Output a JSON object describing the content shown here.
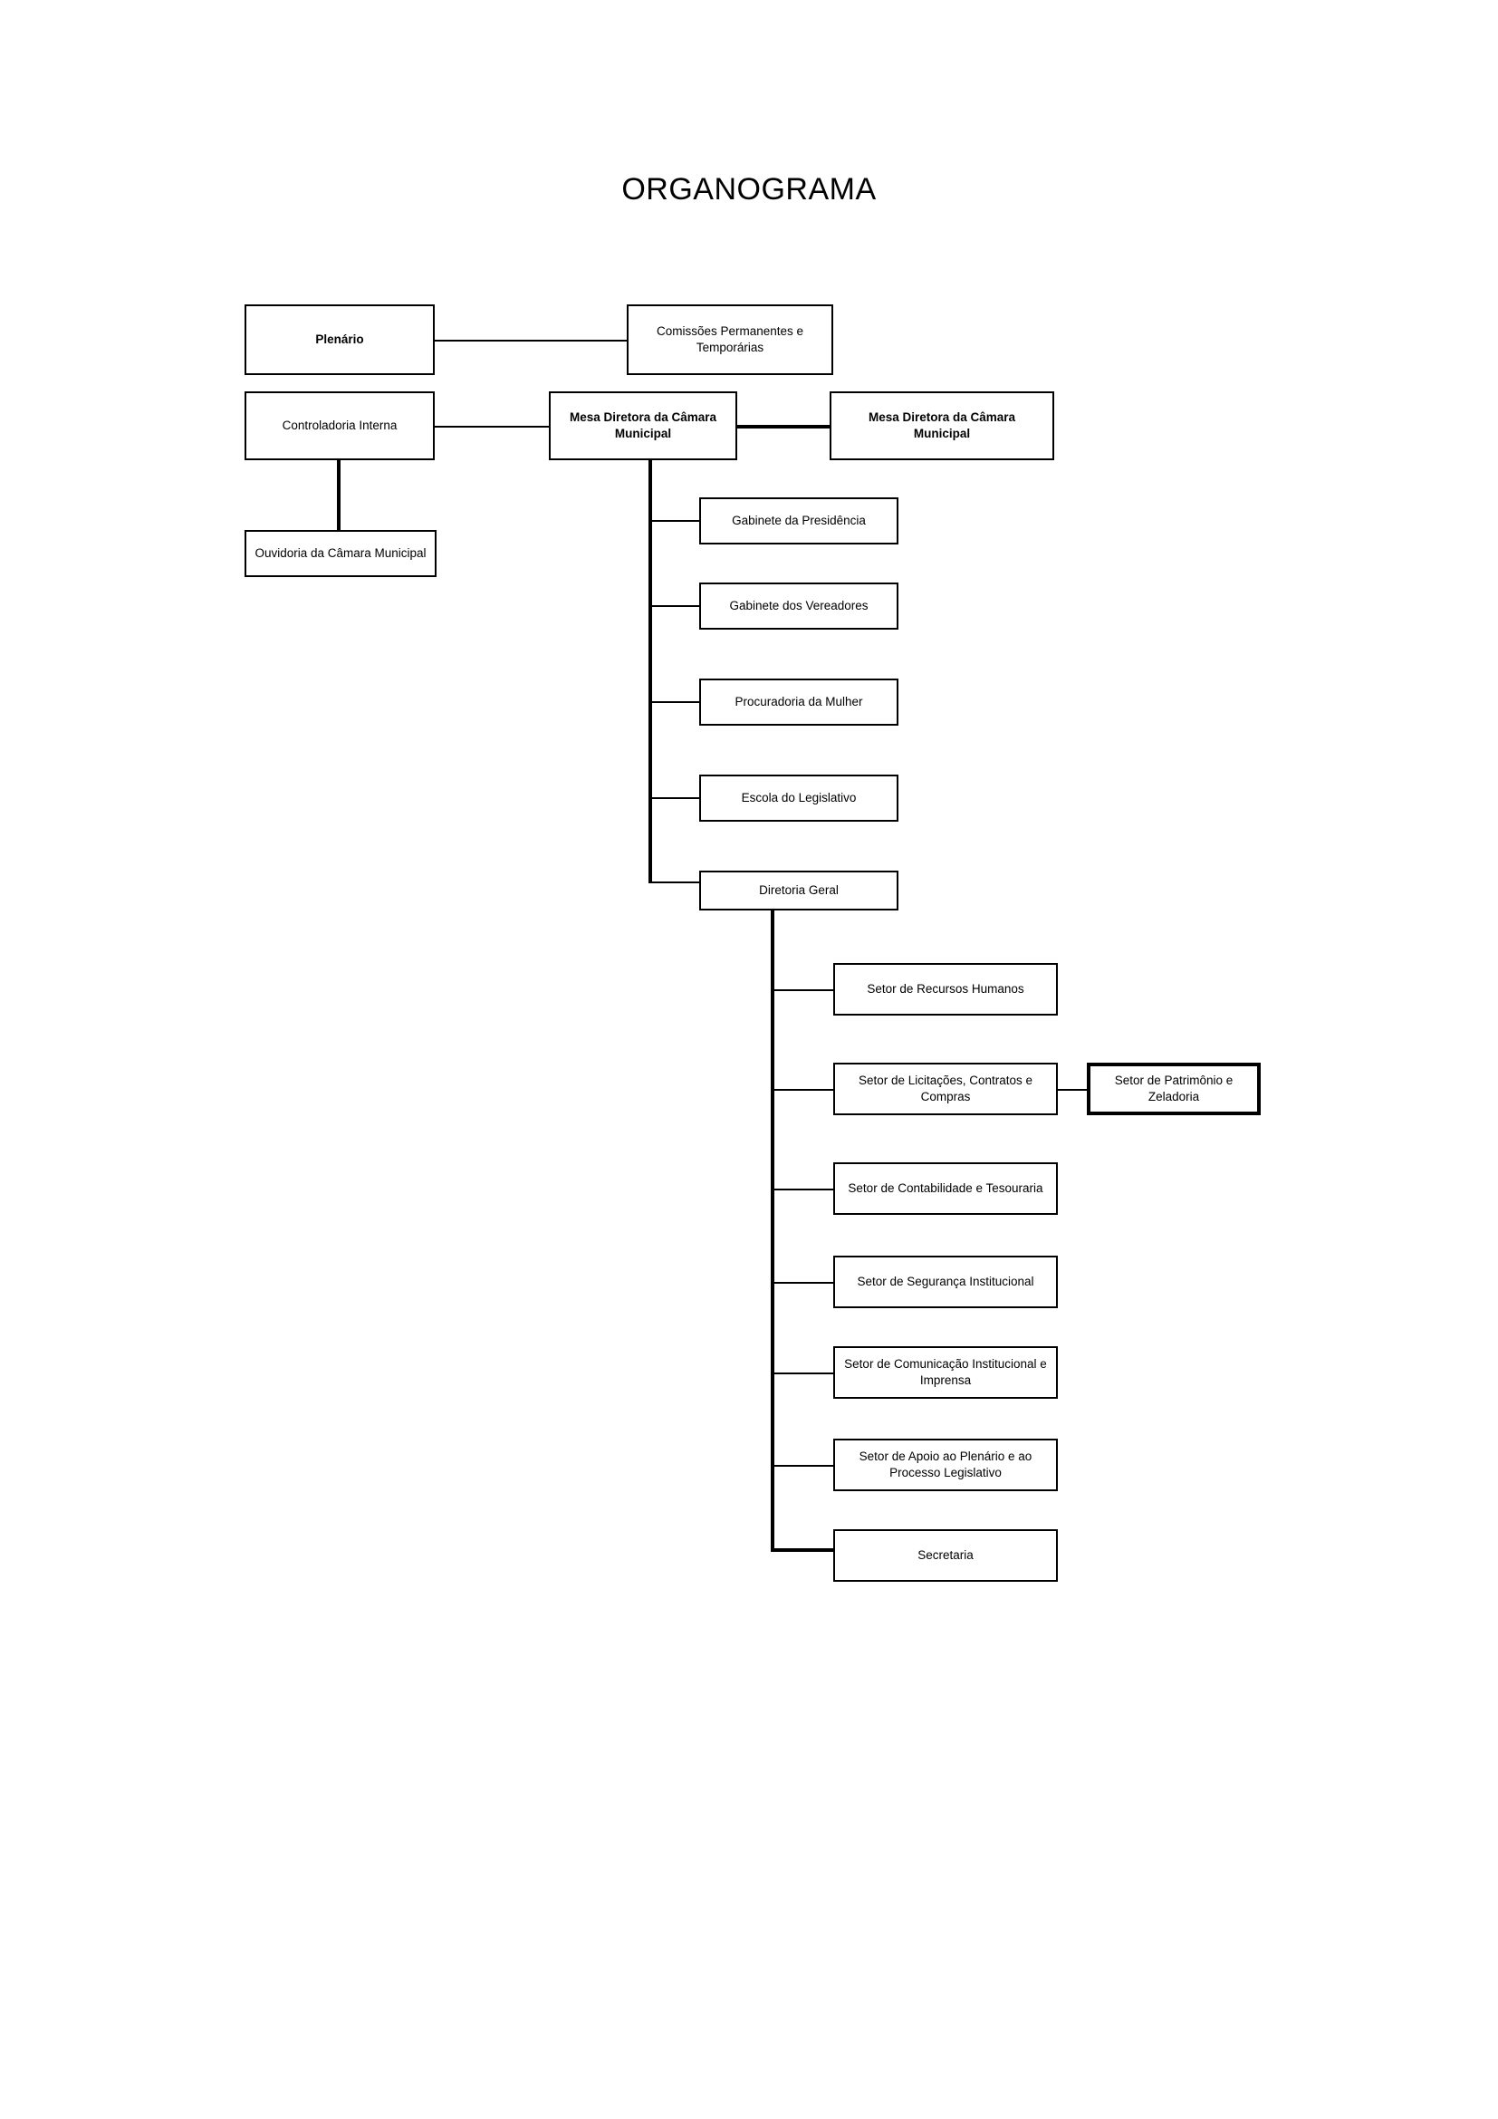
{
  "title": "ORGANOGRAMA",
  "nodes": {
    "plenario": {
      "label": "Plenário"
    },
    "comissoes": {
      "label": "Comissões Permanentes e Temporárias"
    },
    "controladoria": {
      "label": "Controladoria Interna"
    },
    "mesa_diretora_center": {
      "label": "Mesa Diretora da Câmara Municipal"
    },
    "mesa_diretora_right": {
      "label": "Mesa Diretora da Câmara Municipal"
    },
    "ouvidoria": {
      "label": "Ouvidoria da Câmara Municipal"
    },
    "gabinete_presidencia": {
      "label": "Gabinete da Presidência"
    },
    "gabinete_vereadores": {
      "label": "Gabinete dos Vereadores"
    },
    "procuradoria_mulher": {
      "label": "Procuradoria da Mulher"
    },
    "escola_legislativo": {
      "label": "Escola do Legislativo"
    },
    "diretoria_geral": {
      "label": "Diretoria Geral"
    },
    "setor_rh": {
      "label": "Setor de Recursos Humanos"
    },
    "setor_licitacoes": {
      "label": "Setor de Licitações, Contratos e Compras"
    },
    "setor_patrimonio": {
      "label": "Setor de Patrimônio e Zeladoria"
    },
    "setor_contabilidade": {
      "label": "Setor de Contabilidade e Tesouraria"
    },
    "setor_seguranca": {
      "label": "Setor de Segurança Institucional"
    },
    "setor_comunicacao": {
      "label": "Setor de Comunicação Institucional e Imprensa"
    },
    "setor_apoio_plenario": {
      "label": "Setor de Apoio ao Plenário e ao Processo Legislativo"
    },
    "secretaria": {
      "label": "Secretaria"
    }
  },
  "colors": {
    "background": "#ffffff",
    "line": "#000000",
    "text": "#000000"
  }
}
